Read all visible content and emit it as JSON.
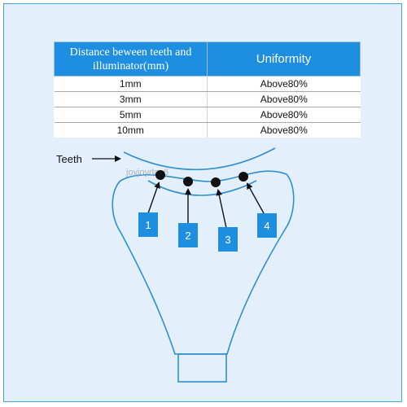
{
  "table": {
    "headers": [
      "Distance beween teeth and illuminator(mm)",
      "Uniformity"
    ],
    "rows": [
      [
        "1mm",
        "Above80%"
      ],
      [
        "3mm",
        "Above80%"
      ],
      [
        "5mm",
        "Above80%"
      ],
      [
        "10mm",
        "Above80%"
      ]
    ]
  },
  "diagram": {
    "teeth_label": "Teeth",
    "watermark": "joyjoyday6",
    "markers": [
      "1",
      "2",
      "3",
      "4"
    ]
  },
  "colors": {
    "background": "#e3f0fb",
    "accent": "#1e8fe0",
    "outline": "#4aa2dc"
  }
}
